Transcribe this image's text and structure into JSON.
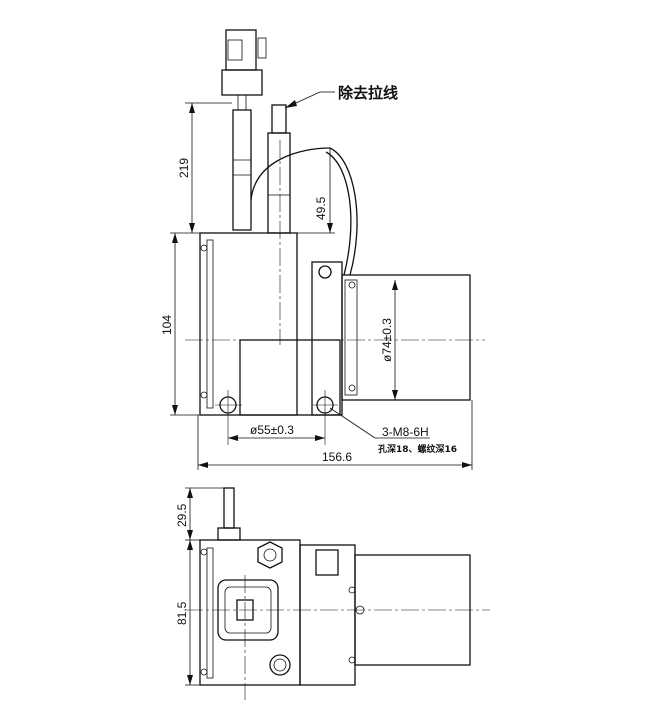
{
  "labels": {
    "remove_wire": "除去拉线",
    "thread_spec": "3-M8-6H",
    "thread_note": "孔深18、螺纹深16"
  },
  "dimensions": {
    "connector_height": "219",
    "rod_height": "49.5",
    "body_height": "104",
    "motor_diameter": "ø74±0.3",
    "hole_circle": "ø55±0.3",
    "total_width": "156.6",
    "side_rod": "29.5",
    "side_height": "81.5"
  }
}
